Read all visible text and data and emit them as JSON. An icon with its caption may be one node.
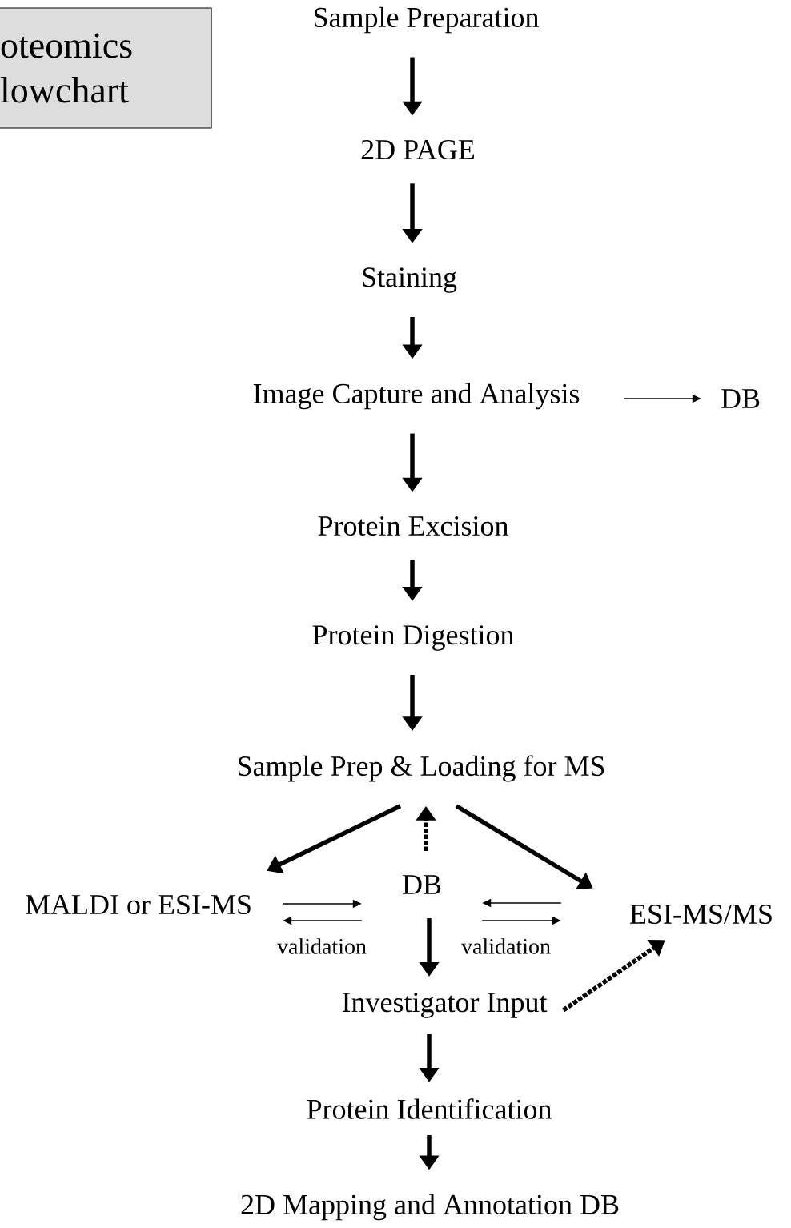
{
  "diagram": {
    "nodes": [
      {
        "text": [
          "oteomics lowchart"
        ]
      },
      {
        "text": [
          "Sample Preparation"
        ]
      },
      {
        "text": [
          "2D PAGE"
        ]
      },
      {
        "text": [
          "Staining"
        ]
      },
      {
        "text": [
          "Image Capture and Analysis"
        ]
      },
      {
        "text": [
          "DB"
        ]
      },
      {
        "text": [
          "Protein Excision"
        ]
      },
      {
        "text": [
          "Protein Digestion"
        ]
      },
      {
        "text": [
          "Sample Prep & Loading for MS"
        ]
      },
      {
        "text": [
          "MALDI or ESI-MS"
        ]
      },
      {
        "text": [
          "DB"
        ]
      },
      {
        "text": [
          "ESI-MS/MS"
        ]
      },
      {
        "text": [
          "Investigator Input"
        ]
      },
      {
        "text": [
          "Protein Identification"
        ]
      },
      {
        "text": [
          "2D Mapping and Annotation DB"
        ]
      }
    ],
    "edges": [
      {
        "from": 1,
        "to": 2,
        "arrow": "to"
      },
      {
        "from": 2,
        "to": 3,
        "arrow": "to"
      },
      {
        "from": 3,
        "to": 4,
        "arrow": "to"
      },
      {
        "from": 4,
        "to": 5,
        "arrow": "to"
      },
      {
        "from": 4,
        "to": 6,
        "arrow": "to"
      },
      {
        "from": 6,
        "to": 7,
        "arrow": "to"
      },
      {
        "from": 7,
        "to": 8,
        "arrow": "to"
      },
      {
        "from": 8,
        "to": 9,
        "arrow": "to"
      },
      {
        "from": 8,
        "to": 11,
        "arrow": "to"
      },
      {
        "from": 10,
        "to": 8,
        "arrow": "to",
        "style": "dashed"
      },
      {
        "from": 9,
        "to": 10,
        "arrow": "to"
      },
      {
        "from": 10,
        "to": 9,
        "arrow": "to",
        "label": "validation"
      },
      {
        "from": 11,
        "to": 10,
        "arrow": "to"
      },
      {
        "from": 10,
        "to": 11,
        "arrow": "to",
        "label": "validation"
      },
      {
        "from": 10,
        "to": 12,
        "arrow": "to"
      },
      {
        "from": 12,
        "to": 11,
        "arrow": "to",
        "style": "dashed"
      },
      {
        "from": 12,
        "to": 13,
        "arrow": "to"
      },
      {
        "from": 13,
        "to": 14,
        "arrow": "to"
      }
    ]
  }
}
